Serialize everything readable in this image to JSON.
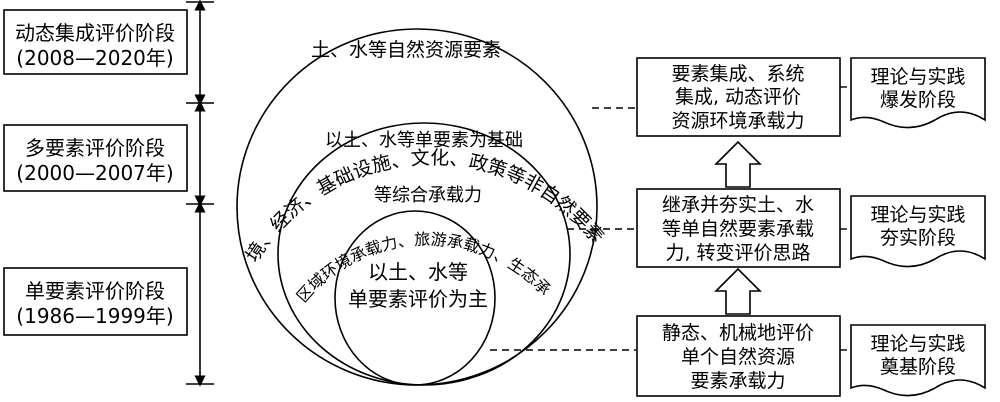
{
  "stages": [
    {
      "line1": "动态集成评价阶段",
      "line2": "(2008—2020年)"
    },
    {
      "line1": "多要素评价阶段",
      "line2": "(2000—2007年)"
    },
    {
      "line1": "单要素评价阶段",
      "line2": "(1986—1999年)"
    }
  ],
  "circles": {
    "outer": {
      "top": "土、水等自然资源要素",
      "arc": "与环境、经济、基础设施、文化、政策等非自然要素集成"
    },
    "middle": {
      "line1": "以土、水等单要素为基础",
      "line2": "评价区域环境承载力、旅游承载力、生态承载力",
      "line3": "等综合承载力"
    },
    "inner": {
      "line1": "以土、水等",
      "line2": "单要素评价为主"
    }
  },
  "features": [
    {
      "line1": "要素集成、系统",
      "line2": "集成, 动态评价",
      "line3": "资源环境承载力"
    },
    {
      "line1": "继承并夯实土、水",
      "line2": "等单自然要素承载",
      "line3": "力, 转变评价思路"
    },
    {
      "line1": "静态、机械地评价",
      "line2": "单个自然资源",
      "line3": "要素承载力"
    }
  ],
  "phases": [
    {
      "line1": "理论与实践",
      "line2": "爆发阶段"
    },
    {
      "line1": "理论与实践",
      "line2": "夯实阶段"
    },
    {
      "line1": "理论与实践",
      "line2": "奠基阶段"
    }
  ]
}
